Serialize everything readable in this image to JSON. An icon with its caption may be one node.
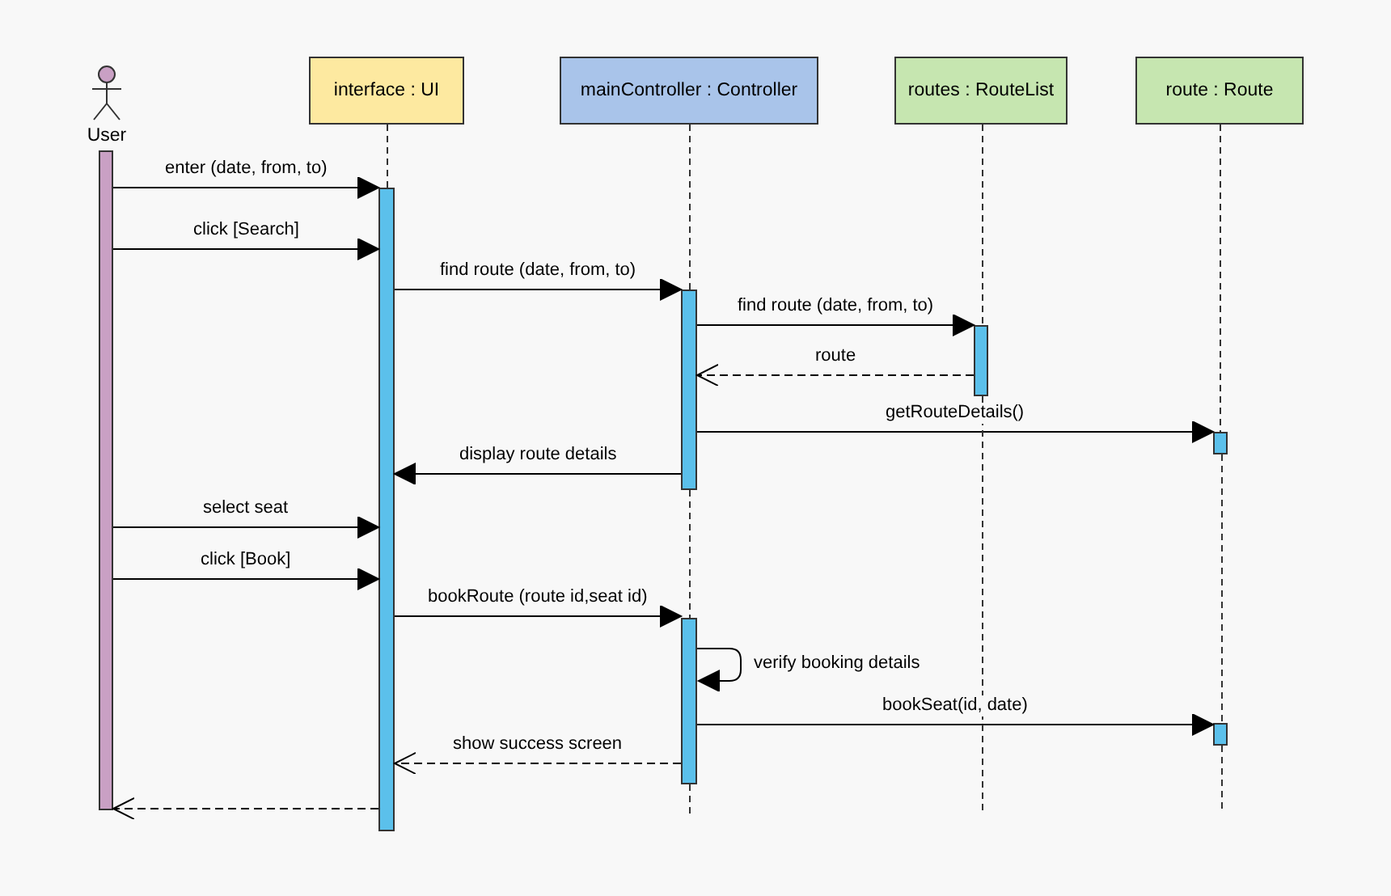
{
  "diagram": {
    "nodes": [
      {
        "text": [
          "User"
        ]
      },
      {
        "text": [
          "interface : UI"
        ]
      },
      {
        "text": [
          "mainController : Controller"
        ]
      },
      {
        "text": [
          "routes : RouteList"
        ]
      },
      {
        "text": [
          "route : Route"
        ]
      },
      {
        "text": [],
        "shape": "bar"
      },
      {
        "text": [],
        "shape": "bar"
      },
      {
        "text": [],
        "shape": "bar"
      },
      {
        "text": [],
        "shape": "bar"
      },
      {
        "text": [],
        "shape": "bar"
      },
      {
        "text": [],
        "shape": "bar"
      },
      {
        "text": [],
        "shape": "bar"
      }
    ],
    "edges": [
      {
        "from": 5,
        "to": 6,
        "arrow": "to",
        "label": "enter (date, from, to)"
      },
      {
        "from": 5,
        "to": 6,
        "arrow": "to",
        "label": "click [Search]"
      },
      {
        "from": 6,
        "to": 7,
        "arrow": "to",
        "label": "find route (date, from, to)"
      },
      {
        "from": 7,
        "to": 9,
        "arrow": "to",
        "label": "find route (date, from, to)"
      },
      {
        "from": 9,
        "to": 7,
        "arrow": "to",
        "label": "route",
        "style": "dashed"
      },
      {
        "from": 7,
        "to": 10,
        "arrow": "to",
        "label": "getRouteDetails()"
      },
      {
        "from": 7,
        "to": 6,
        "arrow": "to",
        "label": "display route details"
      },
      {
        "from": 5,
        "to": 6,
        "arrow": "to",
        "label": "select seat"
      },
      {
        "from": 5,
        "to": 6,
        "arrow": "to",
        "label": "click [Book]"
      },
      {
        "from": 6,
        "to": 8,
        "arrow": "to",
        "label": "bookRoute (route id,seat id)"
      },
      {
        "from": 8,
        "to": 8,
        "arrow": "to",
        "label": "verify booking details"
      },
      {
        "from": 8,
        "to": 11,
        "arrow": "to",
        "label": "bookSeat(id, date)"
      },
      {
        "from": 8,
        "to": 6,
        "arrow": "to",
        "label": "show success screen",
        "style": "dashed"
      },
      {
        "from": 6,
        "to": 5,
        "arrow": "to",
        "style": "dashed"
      },
      {
        "from": 1,
        "to": 6,
        "arrow": "none",
        "style": "dashed"
      },
      {
        "from": 2,
        "to": 7,
        "arrow": "none",
        "style": "dashed"
      },
      {
        "from": 7,
        "to": 8,
        "arrow": "none",
        "style": "dashed"
      },
      {
        "from": 8,
        "to": null,
        "arrow": "none",
        "style": "dashed"
      },
      {
        "from": 3,
        "to": 9,
        "arrow": "none",
        "style": "dashed"
      },
      {
        "from": 9,
        "to": null,
        "arrow": "none",
        "style": "dashed"
      },
      {
        "from": 4,
        "to": 10,
        "arrow": "none",
        "style": "dashed"
      },
      {
        "from": 10,
        "to": 11,
        "arrow": "none",
        "style": "dashed"
      },
      {
        "from": 11,
        "to": null,
        "arrow": "none",
        "style": "dashed"
      }
    ]
  }
}
